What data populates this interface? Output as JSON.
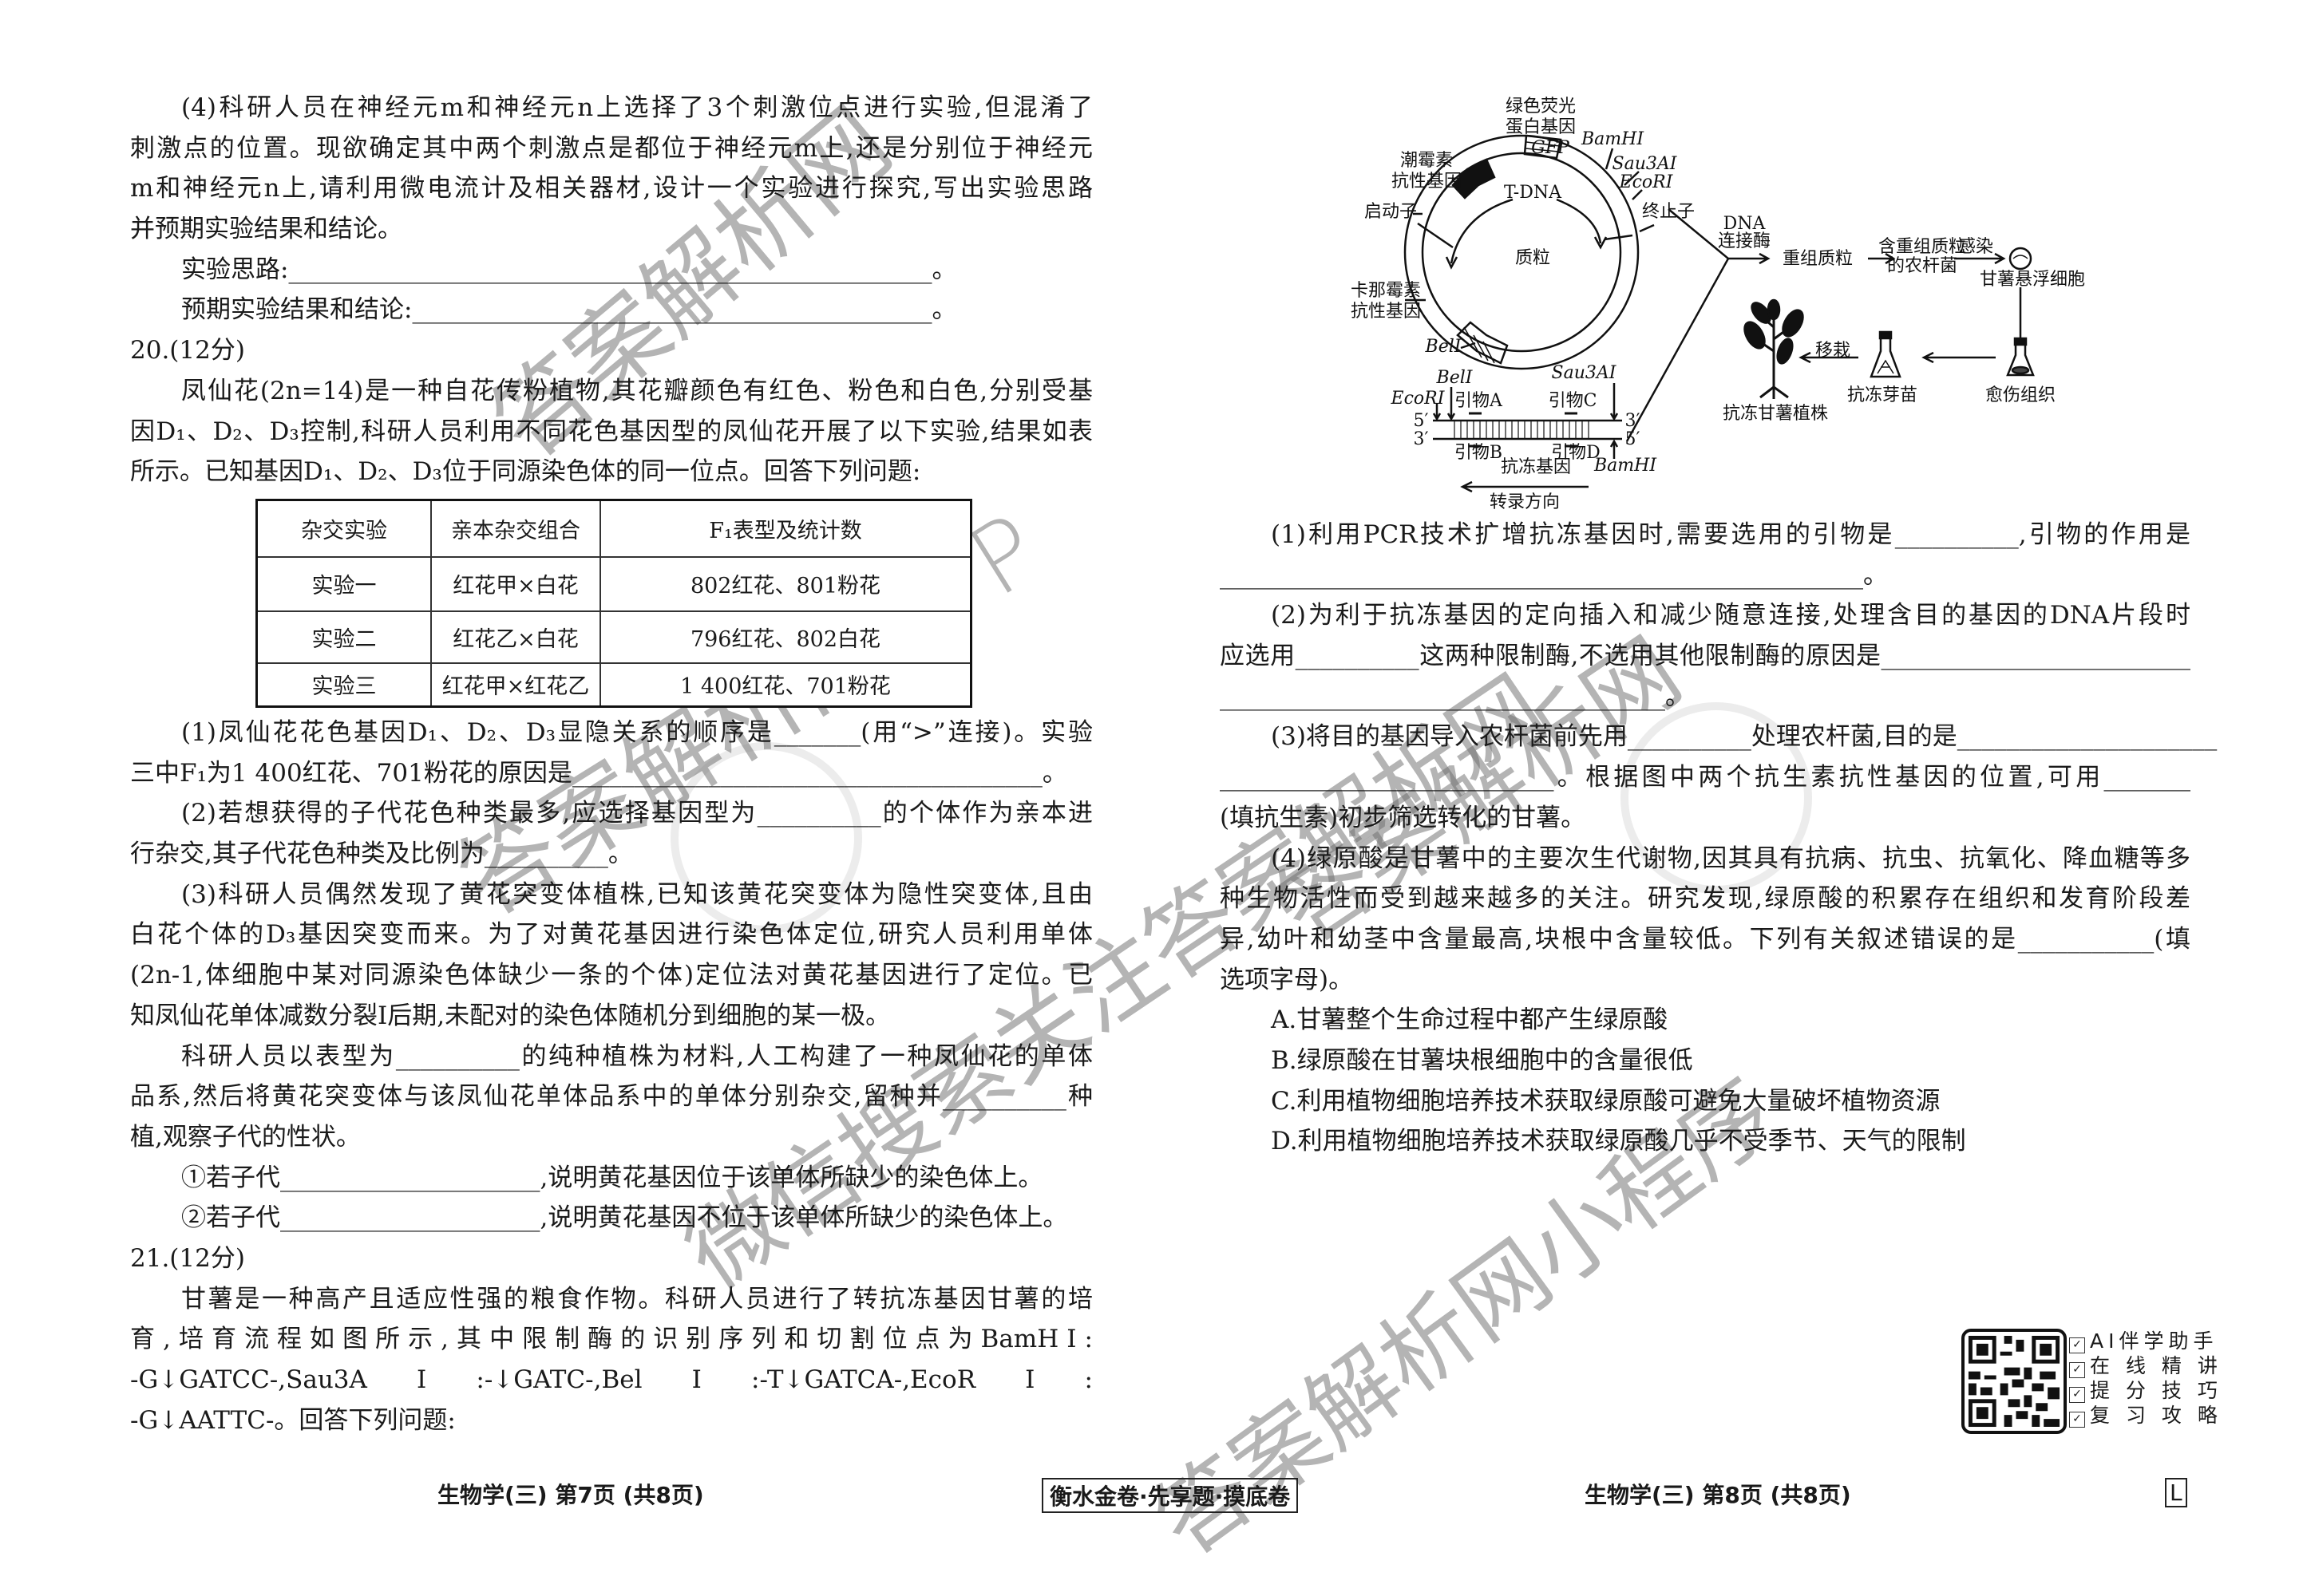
{
  "left": {
    "block1": [
      {
        "type": "para",
        "lines": [
          "(4)科研人员在神经元m和神经元n上选择了3个刺激位点进行实验,但混淆了",
          "刺激点的位置。现欲确定其中两个刺激点是都位于神经元m上,还是分别位于神经元",
          "m和神经元n上,请利用微电流计及相关器材,设计一个实验进行探究,写出实验思路",
          "并预期实验结果和结论。"
        ]
      },
      {
        "type": "para",
        "lines": [
          "实验思路:____________________________________________________。"
        ]
      },
      {
        "type": "para",
        "lines": [
          "预期实验结果和结论:__________________________________________。"
        ]
      },
      {
        "type": "heading",
        "lines": [
          "20.(12分)"
        ]
      },
      {
        "type": "para",
        "lines": [
          "凤仙花(2n=14)是一种自花传粉植物,其花瓣颜色有红色、粉色和白色,分别受基",
          "因D₁、D₂、D₃控制,科研人员利用不同花色基因型的凤仙花开展了以下实验,结果如表",
          "所示。已知基因D₁、D₂、D₃位于同源染色体的同一位点。回答下列问题:"
        ]
      }
    ],
    "table": {
      "headers": [
        "杂交实验",
        "亲本杂交组合",
        "F₁表型及统计数"
      ],
      "rows": [
        [
          "实验一",
          "红花甲×白花",
          "802红花、801粉花"
        ],
        [
          "实验二",
          "红花乙×白花",
          "796红花、802白花"
        ],
        [
          "实验三",
          "红花甲×红花乙",
          "1 400红花、701粉花"
        ]
      ]
    },
    "block2": [
      {
        "type": "para",
        "lines": [
          "(1)凤仙花花色基因D₁、D₂、D₃显隐关系的顺序是_______(用“>”连接)。实验",
          "三中F₁为1 400红花、701粉花的原因是______________________________________。"
        ]
      },
      {
        "type": "para",
        "lines": [
          "(2)若想获得的子代花色种类最多,应选择基因型为__________的个体作为亲本进",
          "行杂交,其子代花色种类及比例为__________。"
        ]
      },
      {
        "type": "para",
        "lines": [
          "(3)科研人员偶然发现了黄花突变体植株,已知该黄花突变体为隐性突变体,且由",
          "白花个体的D₃基因突变而来。为了对黄花基因进行染色体定位,研究人员利用单体",
          "(2n-1,体细胞中某对同源染色体缺少一条的个体)定位法对黄花基因进行了定位。已",
          "知凤仙花单体减数分裂Ⅰ后期,未配对的染色体随机分到细胞的某一极。"
        ]
      },
      {
        "type": "para",
        "lines": [
          "科研人员以表型为__________的纯种植株为材料,人工构建了一种凤仙花的单体",
          "品系,然后将黄花突变体与该凤仙花单体品系中的单体分别杂交,留种并__________种",
          "植,观察子代的性状。"
        ]
      },
      {
        "type": "para",
        "lines": [
          "①若子代_____________________,说明黄花基因位于该单体所缺少的染色体上。"
        ]
      },
      {
        "type": "para",
        "lines": [
          "②若子代_____________________,说明黄花基因不位于该单体所缺少的染色体上。"
        ]
      },
      {
        "type": "heading",
        "lines": [
          "21.(12分)"
        ]
      },
      {
        "type": "para",
        "lines": [
          "甘薯是一种高产且适应性强的粮食作物。科研人员进行了转抗冻基因甘薯的培",
          "育,培育流程如图所示,其中限制酶的识别序列和切割位点为BamHⅠ:",
          "-G↓GATCC-,Sau3AⅠ:-↓GATC-,BelⅠ:-T↓GATCA-,EcoRⅠ:",
          "-G↓AATTC-。回答下列问题:"
        ]
      }
    ]
  },
  "right": {
    "block": [
      {
        "type": "para",
        "lines": [
          "(1)利用PCR技术扩增抗冻基因时,需要选用的引物是__________,引物的作用是",
          "____________________________________________________。"
        ]
      },
      {
        "type": "para",
        "lines": [
          "(2)为利于抗冻基因的定向插入和减少随意连接,处理含目的基因的DNA片段时",
          "应选用__________这两种限制酶,不选用其他限制酶的原因是_________________________",
          "____________________________________。"
        ]
      },
      {
        "type": "para",
        "lines": [
          "(3)将目的基因导入农杆菌前先用__________处理农杆菌,目的是_____________________",
          "___________________________。根据图中两个抗生素抗性基因的位置,可用_______",
          "(填抗生素)初步筛选转化的甘薯。"
        ]
      },
      {
        "type": "para",
        "lines": [
          "(4)绿原酸是甘薯中的主要次生代谢物,因其具有抗病、抗虫、抗氧化、降血糖等多",
          "种生物活性而受到越来越多的关注。研究发现,绿原酸的积累存在组织和发育阶段差",
          "异,幼叶和幼茎中含量最高,块根中含量较低。下列有关叙述错误的是___________(填",
          "选项字母)。"
        ]
      },
      {
        "type": "para",
        "lines": [
          "A.甘薯整个生命过程中都产生绿原酸"
        ]
      },
      {
        "type": "para",
        "lines": [
          "B.绿原酸在甘薯块根细胞中的含量很低"
        ]
      },
      {
        "type": "para",
        "lines": [
          "C.利用植物细胞培养技术获取绿原酸可避免大量破坏植物资源"
        ]
      },
      {
        "type": "para",
        "lines": [
          "D.利用植物细胞培养技术获取绿原酸几乎不受季节、天气的限制"
        ]
      }
    ]
  },
  "diagram": {
    "gfp_label_1": "绿色荧光",
    "gfp_label_2": "蛋白基因",
    "gfp": "GFP",
    "bamh1": "BamHⅠ",
    "sau3a1": "Sau3AⅠ",
    "ecor1": "EcoRⅠ",
    "bel1": "BelⅠ",
    "hyg_1": "潮霉素",
    "hyg_2": "抗性基因",
    "tdna": "T-DNA",
    "promoter": "启动子",
    "terminator": "终止子",
    "plasmid": "质粒",
    "kan_1": "卡那霉素",
    "kan_2": "抗性基因",
    "primer_a": "引物A",
    "primer_b": "引物B",
    "primer_c": "引物C",
    "primer_d": "引物D",
    "five_prime": "5′",
    "three_prime": "3′",
    "antifreeze_gene": "抗冻基因",
    "transcription_dir": "转录方向",
    "ligase_1": "DNA",
    "ligase_2": "连接酶",
    "recombinant": "重组质粒",
    "agro_1": "含重组质粒",
    "agro_2": "的农杆菌",
    "infect": "感染",
    "suspension": "甘薯悬浮细胞",
    "callus": "愈伤组织",
    "seedling": "抗冻芽苗",
    "transplant": "移栽",
    "plant": "抗冻甘薯植株"
  },
  "footer": {
    "left": "生物学(三) 第7页 (共8页)",
    "center": "衡水金卷·先享题·摸底卷",
    "right": "生物学(三) 第8页 (共8页)",
    "mark": "L"
  },
  "promo": [
    "AI伴学助手",
    "在 线 精 讲",
    "提 分 技 巧",
    "复 习 攻 略"
  ],
  "watermarks": [
    "答案解析网",
    "答案解析网APP",
    "微信搜索关注答案解析网",
    "答案解析网小程序",
    "答案解析网"
  ]
}
